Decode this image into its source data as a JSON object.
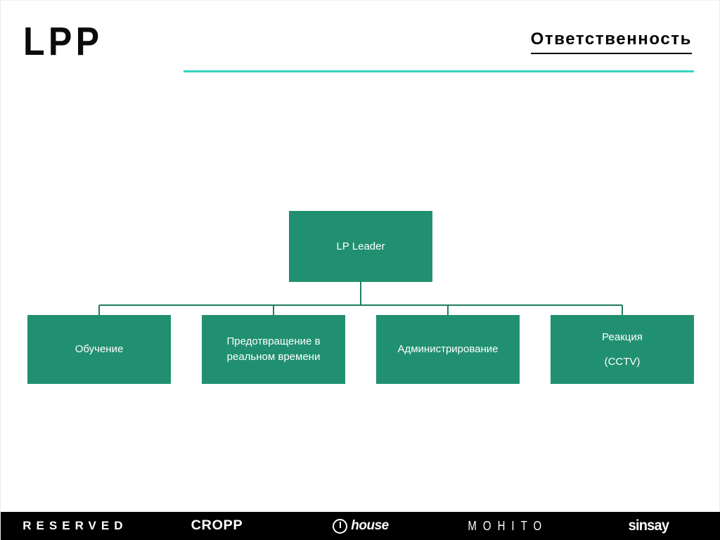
{
  "header": {
    "logo_text": "LPP",
    "title": "Ответственность"
  },
  "colors": {
    "node_fill": "#219070",
    "node_text": "#ffffff",
    "connector": "#1f7d62",
    "accent_rule": "#33d6c0",
    "title_text": "#000000",
    "footer_bg": "#000000",
    "page_bg": "#ffffff"
  },
  "chart_data": {
    "type": "diagram",
    "subtype": "org-chart",
    "title": "Ответственность",
    "orientation": "top-down",
    "root": {
      "id": "root",
      "label": "LP Leader"
    },
    "children": [
      {
        "id": "child-0",
        "label": "Обучение"
      },
      {
        "id": "child-1",
        "label": "Предотвращение в\nреальном времени"
      },
      {
        "id": "child-2",
        "label": "Администрирование"
      },
      {
        "id": "child-3",
        "label": "Реакция\n(CCTV)"
      }
    ],
    "edges": [
      {
        "from": "root",
        "to": "child-0"
      },
      {
        "from": "root",
        "to": "child-1"
      },
      {
        "from": "root",
        "to": "child-2"
      },
      {
        "from": "root",
        "to": "child-3"
      }
    ]
  },
  "footer": {
    "brands": [
      {
        "name": "RESERVED"
      },
      {
        "name": "CROPP"
      },
      {
        "name": "house"
      },
      {
        "name": "MOHITO"
      },
      {
        "name": "sinsay"
      }
    ]
  }
}
